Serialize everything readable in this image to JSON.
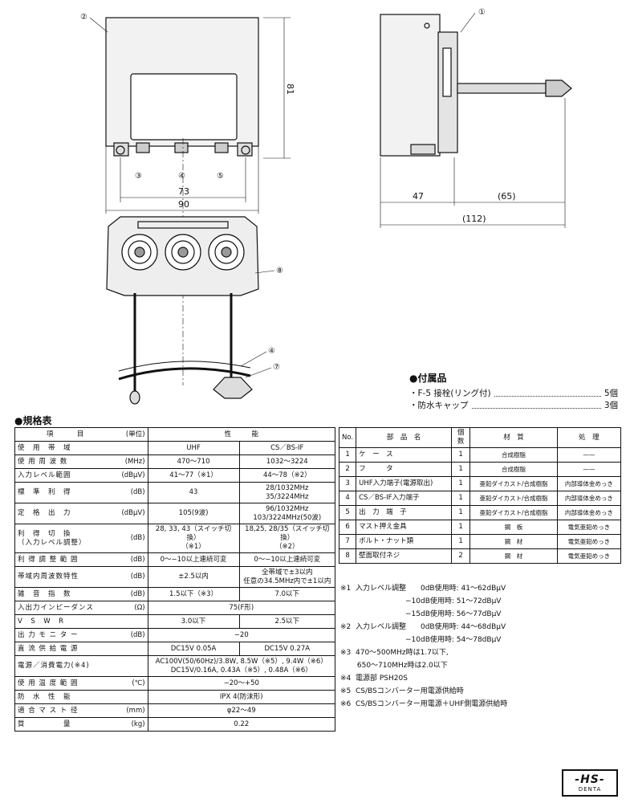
{
  "drawing": {
    "callouts": [
      "①",
      "②",
      "③",
      "④",
      "⑤",
      "⑧",
      "④",
      "⑦"
    ],
    "dims": {
      "height": "81",
      "inner_width": "73",
      "outer_width": "90",
      "depth": "47",
      "arm": "(65)",
      "total": "(112)"
    }
  },
  "accessories": {
    "title": "●付属品",
    "items": [
      {
        "name": "・F-5 接栓(リング付)",
        "qty": "5個"
      },
      {
        "name": "・防水キャップ",
        "qty": "3個"
      }
    ]
  },
  "spec": {
    "title": "●規格表",
    "header": {
      "item": "項　　　目",
      "unit": "(単位)",
      "perf": "性　　　能"
    },
    "rows": [
      {
        "item": "使　用　帯　域",
        "unit": "",
        "a": "UHF",
        "b": "CS／BS-IF"
      },
      {
        "item": "使 用 周 波 数",
        "unit": "(MHz)",
        "a": "470〜710",
        "b": "1032〜3224"
      },
      {
        "item": "入力レベル範囲",
        "unit": "(dBμV)",
        "a": "41〜77（※1）",
        "b": "44〜78（※2）"
      },
      {
        "item": "標　準　利　得",
        "unit": "(dB)",
        "a": "43",
        "b": "28/1032MHz\n35/3224MHz"
      },
      {
        "item": "定　格　出　力",
        "unit": "(dBμV)",
        "a": "105(9波)",
        "b": "96/1032MHz\n103/3224MHz(50波)"
      },
      {
        "item": "利　得　切　換\n（入力レベル調整）",
        "unit": "(dB)",
        "a": "28, 33, 43（スイッチ切換）\n（※1）",
        "b": "18,25, 28/35（スイッチ切換）\n（※2）"
      },
      {
        "item": "利 得 調 整 範 囲",
        "unit": "(dB)",
        "a": "0〜−10以上連続可変",
        "b": "0〜−10以上連続可変"
      },
      {
        "item": "帯域内周波数特性",
        "unit": "(dB)",
        "a": "±2.5以内",
        "b": "全帯域で±3以内\n任意の34.5MHz内で±1以内"
      },
      {
        "item": "雑　音　指　数",
        "unit": "(dB)",
        "a": "1.5以下（※3）",
        "b": "7.0以下"
      },
      {
        "item": "入出力インピーダンス",
        "unit": "(Ω)",
        "a": "75(F形)",
        "b": ""
      },
      {
        "item": "V　S　W　R",
        "unit": "",
        "a": "3.0以下",
        "b": "2.5以下"
      },
      {
        "item": "出 力 モ ニ タ ー",
        "unit": "(dB)",
        "a": "−20",
        "b": ""
      },
      {
        "item": "直 流 供 給 電 源",
        "unit": "",
        "a": "DC15V 0.05A",
        "b": "DC15V 0.27A"
      },
      {
        "item": "電源／消費電力(※4)",
        "unit": "",
        "a": "AC100V(50/60Hz)/3.8W, 8.5W（※5）, 9.4W（※6）\nDC15V/0.16A, 0.43A（※5）, 0.48A（※6）",
        "b": ""
      },
      {
        "item": "使 用 温 度 範 囲",
        "unit": "(℃)",
        "a": "−20〜+50",
        "b": ""
      },
      {
        "item": "防　水　性　能",
        "unit": "",
        "a": "IPX 4(防沫形)",
        "b": ""
      },
      {
        "item": "適 合 マ ス ト 径",
        "unit": "(mm)",
        "a": "φ22〜49",
        "b": ""
      },
      {
        "item": "質　　　　　量",
        "unit": "(kg)",
        "a": "0.22",
        "b": ""
      }
    ]
  },
  "parts": {
    "header": [
      "No.",
      "部　品　名",
      "個数",
      "材　質",
      "処　理"
    ],
    "rows": [
      {
        "no": "1",
        "name": "ケ　ー　ス",
        "qty": "1",
        "mat": "合成樹脂",
        "proc": "——"
      },
      {
        "no": "2",
        "name": "フ　　　タ",
        "qty": "1",
        "mat": "合成樹脂",
        "proc": "——"
      },
      {
        "no": "3",
        "name": "UHF入力端子(電源取出)",
        "qty": "1",
        "mat": "亜鉛ダイカスト/合成樹脂",
        "proc": "内部導体金めっき"
      },
      {
        "no": "4",
        "name": "CS／BS-IF入力端子",
        "qty": "1",
        "mat": "亜鉛ダイカスト/合成樹脂",
        "proc": "内部導体金めっき"
      },
      {
        "no": "5",
        "name": "出　力　端　子",
        "qty": "1",
        "mat": "亜鉛ダイカスト/合成樹脂",
        "proc": "内部導体金めっき"
      },
      {
        "no": "6",
        "name": "マスト押え金具",
        "qty": "1",
        "mat": "鋼　板",
        "proc": "電気亜鉛めっき"
      },
      {
        "no": "7",
        "name": "ボルト・ナット類",
        "qty": "1",
        "mat": "鋼　材",
        "proc": "電気亜鉛めっき"
      },
      {
        "no": "8",
        "name": "壁面取付ネジ",
        "qty": "2",
        "mat": "鋼　材",
        "proc": "電気亜鉛めっき"
      }
    ]
  },
  "notes": [
    "※1  入力レベル調整　　0dB使用時: 41〜62dBμV",
    "　　　　　　　　　−10dB使用時: 51〜72dBμV",
    "　　　　　　　　　−15dB使用時: 56〜77dBμV",
    "※2  入力レベル調整　　0dB使用時: 44〜68dBμV",
    "　　　　　　　　　−10dB使用時: 54〜78dBμV",
    "※3  470〜500MHz時は1.7以下,",
    "　　 650〜710MHz時は2.0以下",
    "※4  電源部 PSH20S",
    "※5  CS/BSコンバーター用電源供給時",
    "※6  CS/BSコンバーター用電源＋UHF側電源供給時"
  ],
  "logo": {
    "mark": "-HS-",
    "name": "DENTA"
  }
}
